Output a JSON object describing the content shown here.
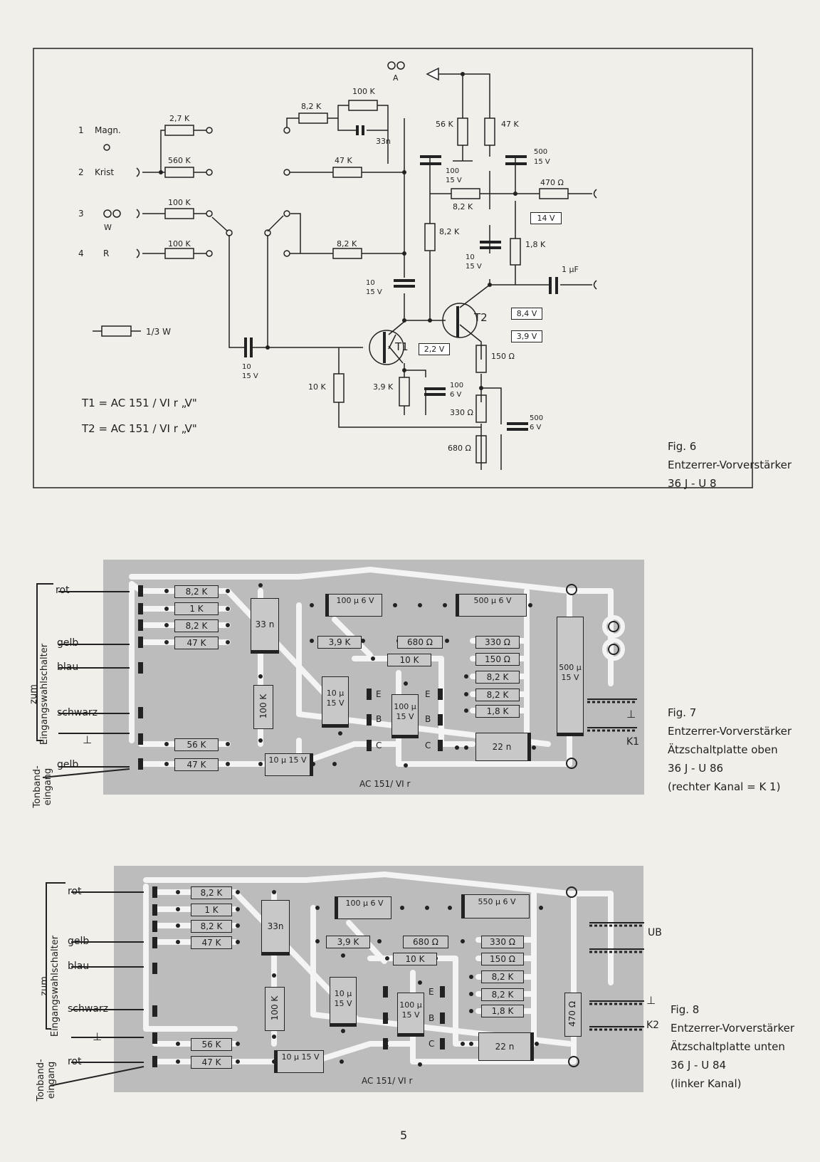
{
  "fig6": {
    "caption": [
      "Fig. 6",
      "Entzerrer-Vorverstärker",
      "36 J - U 8"
    ],
    "inputs": {
      "n1": "1",
      "l1": "Magn.",
      "n2": "2",
      "l2": "Krist",
      "n3": "3",
      "l3": "W",
      "n4": "4",
      "l4": "R"
    },
    "out_a": "A",
    "r_in1": "2,7 K",
    "r_in2": "560 K",
    "r_in3": "100 K",
    "r_in4": "100 K",
    "r_fb1": "8,2 K",
    "r_fb2": "100 K",
    "c_fb": "33n",
    "r_fb3": "47 K",
    "r_56k": "56 K",
    "r_47k": "47 K",
    "c_out1": "500",
    "c_out1_v": "15 V",
    "c_mid1": "100",
    "c_mid1_v": "15 V",
    "r_470": "470 Ω",
    "r_mid": "8,2 K",
    "v_14": "14 V",
    "r_col": "8,2 K",
    "r_sw": "8,2 K",
    "c_mid2": "10",
    "c_mid2_v": "15 V",
    "r_18": "1,8 K",
    "c_1uf": "1 µF",
    "c_base": "10",
    "c_base_v": "15 V",
    "v_84": "8,4 V",
    "t2": "T2",
    "v_39": "3,9 V",
    "t1": "T1",
    "v_22": "2,2 V",
    "r_150": "150 Ω",
    "legend": "1/3 W",
    "c_in": "10",
    "c_in_v": "15 V",
    "r_10k": "10 K",
    "r_39": "3,9 K",
    "c_em": "100",
    "c_em_v": "6 V",
    "r_330": "330 Ω",
    "c_500b": "500",
    "c_500b_v": "6 V",
    "r_680": "680 Ω",
    "t1_type": "T1 = AC 151 / VI r „V\"",
    "t2_type": "T2 = AC 151 / VI r „V\""
  },
  "fig7": {
    "caption": [
      "Fig. 7",
      "Entzerrer-Vorverstärker",
      "Ätzschaltplatte oben",
      "36 J - U 86",
      "(rechter Kanal = K 1)"
    ],
    "side": "zum Eingangswahlschalter",
    "side2": "Tonband-eingang",
    "labels": [
      "rot",
      "gelb",
      "blau",
      "schwarz",
      "⊥",
      "gelb"
    ],
    "parts": [
      "8,2 K",
      "1 K",
      "8,2 K",
      "47 K",
      "33 n",
      "100 K",
      "56 K",
      "47 K",
      "10 µ 15 V",
      "100 µ 6 V",
      "3,9 K",
      "10 µ 15 V",
      "680 Ω",
      "10 K",
      "100 µ 15 V",
      "500 µ 6 V",
      "330 Ω",
      "150 Ω",
      "8,2 K",
      "8,2 K",
      "1,8 K",
      "22 n",
      "500 µ 15 V"
    ],
    "pins": [
      "E",
      "B",
      "C",
      "E",
      "B",
      "C"
    ],
    "transistor": "AC 151/ VI r",
    "gnd": "⊥",
    "k": "K1"
  },
  "fig8": {
    "caption": [
      "Fig. 8",
      "Entzerrer-Vorverstärker",
      "Ätzschaltplatte unten",
      "36 J - U 84",
      "(linker Kanal)"
    ],
    "side": "zum Eingangswahlschalter",
    "side2": "Tonband-eingang",
    "labels": [
      "rot",
      "gelb",
      "blau",
      "schwarz",
      "⊥",
      "rot"
    ],
    "parts": [
      "8,2 K",
      "1 K",
      "8,2 K",
      "47 K",
      "33n",
      "100 K",
      "56 K",
      "47 K",
      "10 µ 15 V",
      "100 µ 6 V",
      "3,9 K",
      "10 µ 15 V",
      "680 Ω",
      "10 K",
      "100 µ 15 V",
      "550 µ 6 V",
      "330 Ω",
      "150 Ω",
      "8,2 K",
      "8,2 K",
      "1,8 K",
      "22 n",
      "470 Ω"
    ],
    "pins": [
      "E",
      "B",
      "C",
      "E",
      "B",
      "C"
    ],
    "transistor": "AC 151/ VI r",
    "ub": "UB",
    "gnd": "⊥",
    "k": "K2"
  },
  "page_number": "5"
}
